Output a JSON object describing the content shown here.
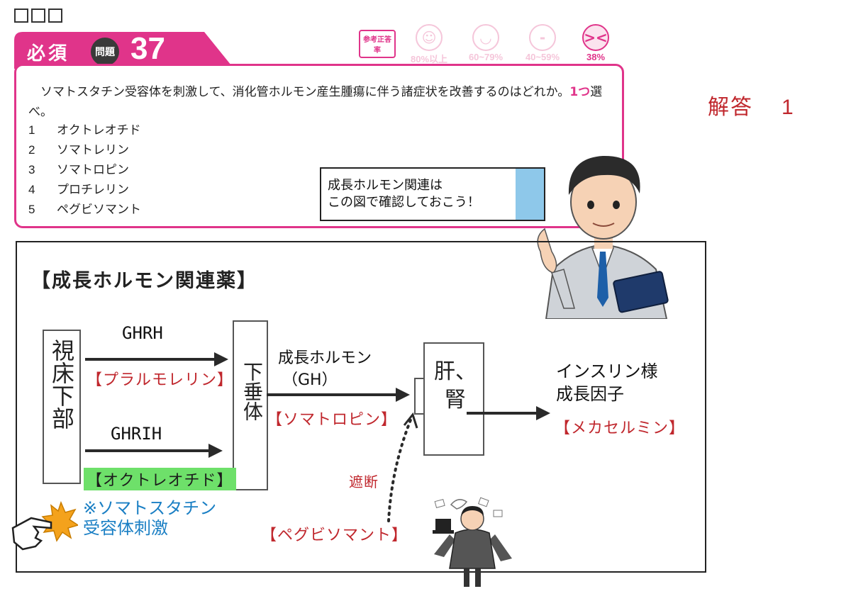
{
  "header": {
    "tab_label": "必須",
    "mon_badge": "問題",
    "question_number": "37"
  },
  "rates": {
    "tag": "参考正答率",
    "items": [
      {
        "label": "80%以上",
        "face": "☺",
        "active": false
      },
      {
        "label": "60~79%",
        "face": "◡",
        "active": false
      },
      {
        "label": "40~59%",
        "face": "-",
        "active": false
      },
      {
        "label": "38%",
        "face": "><",
        "active": true
      }
    ]
  },
  "question": {
    "text_part1": "ソマトスタチン受容体を刺激して、消化管ホルモン産生腫瘍に伴う諸症状を改善するのはどれか。",
    "highlight": "1つ",
    "text_part2": "選べ。",
    "options": [
      {
        "num": "1",
        "text": "オクトレオチド"
      },
      {
        "num": "2",
        "text": "ソマトレリン"
      },
      {
        "num": "3",
        "text": "ソマトロピン"
      },
      {
        "num": "4",
        "text": "プロチレリン"
      },
      {
        "num": "5",
        "text": "ペグビソマント"
      }
    ]
  },
  "answer": {
    "label": "解答",
    "value": "1"
  },
  "bubble": {
    "line1": "成長ホルモン関連は",
    "line2": "この図で確認しておこう！"
  },
  "diagram": {
    "title": "【成長ホルモン関連薬】",
    "hypothalamus": "視床下部",
    "pituitary": "下垂体",
    "liver_kidney_line1": "肝、",
    "liver_kidney_line2": "腎",
    "ghrh": "GHRH",
    "ghrh_drug": "【プラルモレリン】",
    "ghrih": "GHRIH",
    "ghrih_drug": "【オクトレオチド】",
    "gh_line1": "成長ホルモン",
    "gh_line2": "（GH）",
    "gh_drug": "【ソマトロピン】",
    "igf_line1": "インスリン様",
    "igf_line2": "成長因子",
    "igf_drug": "【メカセルミン】",
    "block_label": "遮断",
    "block_drug": "【ペグビソマント】",
    "note_line1": "※ソマトスタチン",
    "note_line2": "受容体刺激"
  },
  "colors": {
    "accent": "#e0348a",
    "answer_red": "#c0272d",
    "note_blue": "#1a7fc4",
    "bubble_stripe": "#8ec8ea",
    "highlight_green": "#6ee06a"
  }
}
